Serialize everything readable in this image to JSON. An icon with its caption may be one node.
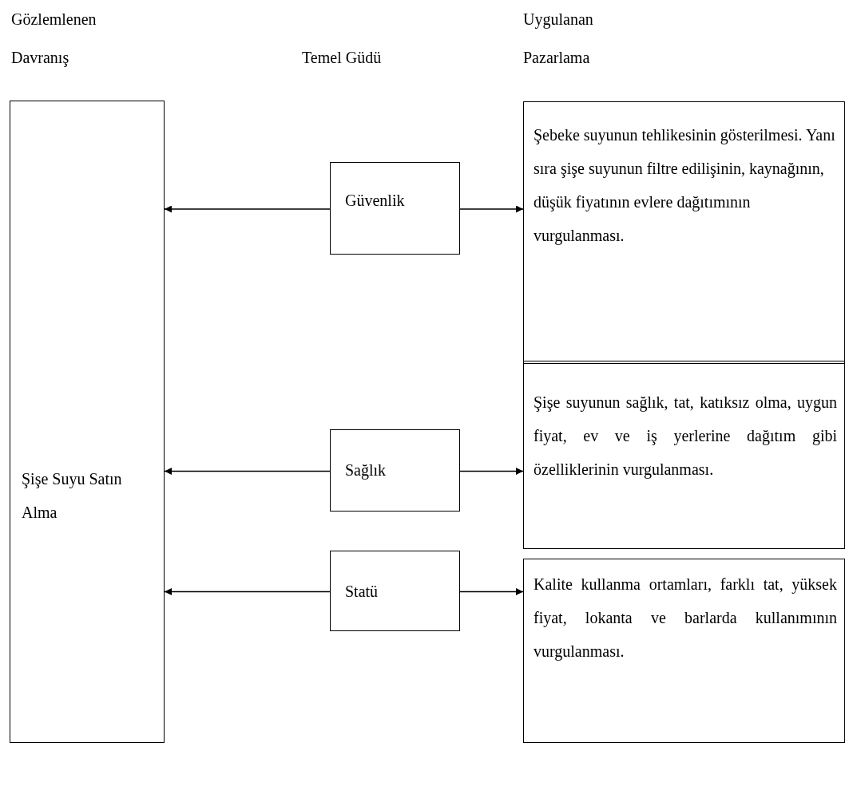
{
  "diagram": {
    "nodes": [
      {
        "text": [
          "Şişe Suyu Satın Alma"
        ]
      },
      {
        "text": [
          "Güvenlik"
        ]
      },
      {
        "text": [
          "Şebeke suyunun tehlikesinin gösterilmesi. Yanı sıra şişe suyunun filtre edilişinin, kaynağının, düşük fiyatının evlere dağıtımının vurgulanması."
        ]
      },
      {
        "text": [
          "Sağlık"
        ]
      },
      {
        "text": [
          "Şişe suyunun sağlık, tat, katıksız olma, uygun fiyat, ev ve iş yerlerine dağıtım gibi özelliklerinin vurgulanması."
        ]
      },
      {
        "text": [
          "Statü"
        ]
      },
      {
        "text": [
          "Kalite kullanma ortamları, farklı tat, yüksek fiyat, lokanta ve barlarda kullanımının vurgulanması."
        ]
      }
    ],
    "edges": [
      {
        "from": 1,
        "to": 0,
        "arrow": "to"
      },
      {
        "from": 1,
        "to": 2,
        "arrow": "to"
      },
      {
        "from": 3,
        "to": 0,
        "arrow": "to"
      },
      {
        "from": 3,
        "to": 4,
        "arrow": "to"
      },
      {
        "from": 5,
        "to": 0,
        "arrow": "to"
      },
      {
        "from": 5,
        "to": 6,
        "arrow": "to"
      }
    ],
    "labels": [
      "Gözlemlenen Davranış",
      "Temel Güdü",
      "Uygulanan Pazarlama"
    ]
  }
}
